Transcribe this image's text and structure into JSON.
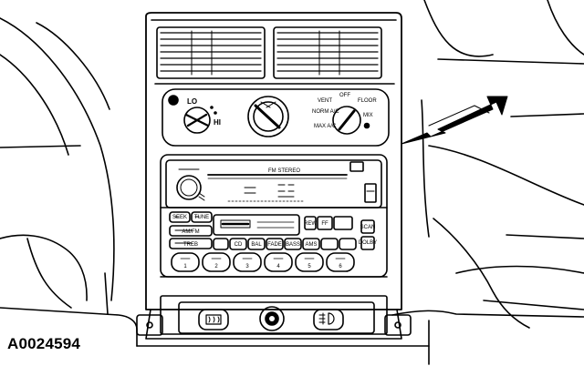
{
  "figure": {
    "id": "A0024594"
  },
  "climate_control": {
    "fan_speed_labels": [
      "LO",
      "HI"
    ],
    "mode_labels": [
      "VENT",
      "OFF",
      "FLOOR",
      "NORM A/C",
      "MAX A/C",
      "MIX"
    ]
  },
  "radio": {
    "display_text": "FM  STEREO",
    "scan_label": "SCAN",
    "tape_labels": [
      "REW",
      "FF"
    ],
    "preset_labels": [
      "1",
      "2",
      "3",
      "4",
      "5",
      "6"
    ],
    "function_labels": [
      "SEEK",
      "TUNE",
      "AM/FM",
      "CD",
      "BAL",
      "FADE",
      "BASS",
      "TREB",
      "AMS",
      "DOLBY"
    ]
  }
}
